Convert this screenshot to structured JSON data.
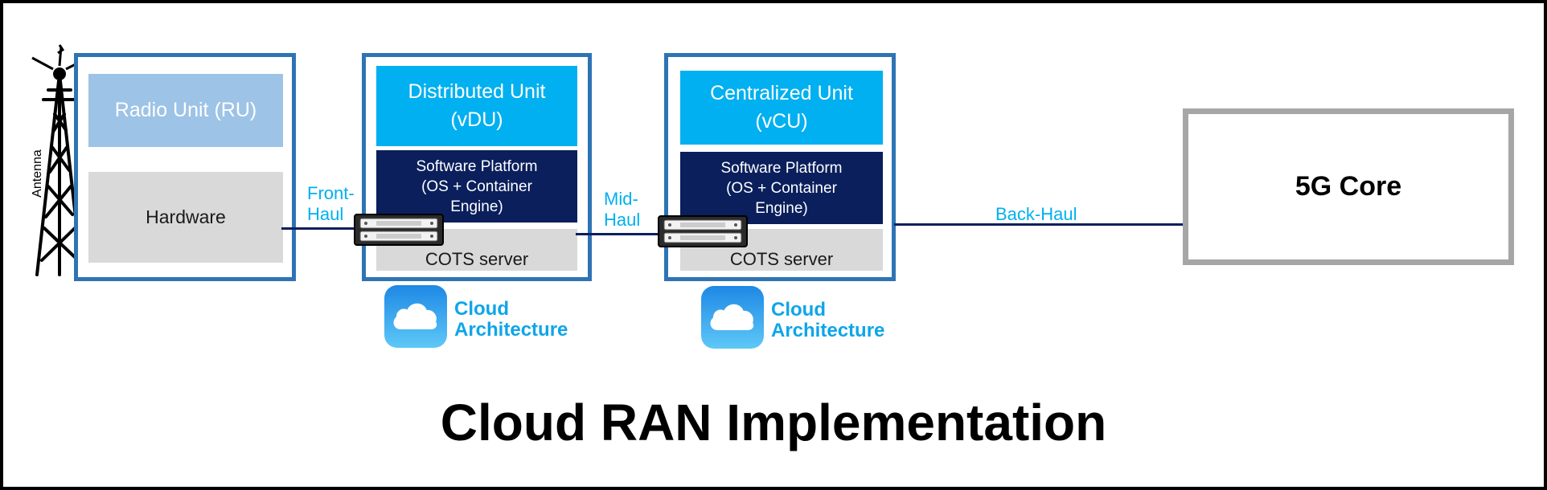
{
  "antenna": {
    "label": "Antenna"
  },
  "ru_box": {
    "radio_unit": "Radio Unit (RU)",
    "hardware": "Hardware"
  },
  "du_box": {
    "title_line1": "Distributed Unit",
    "title_line2": "(vDU)",
    "software_line1": "Software Platform",
    "software_line2": "(OS + Container",
    "software_line3": "Engine)",
    "server": "COTS server"
  },
  "cu_box": {
    "title_line1": "Centralized Unit",
    "title_line2": "(vCU)",
    "software_line1": "Software Platform",
    "software_line2": "(OS + Container",
    "software_line3": "Engine)",
    "server": "COTS server"
  },
  "links": {
    "fronthaul_line1": "Front-",
    "fronthaul_line2": "Haul",
    "midhaul_line1": "Mid-",
    "midhaul_line2": "Haul",
    "backhaul": "Back-Haul"
  },
  "core": {
    "label": "5G Core"
  },
  "cloud_badges": [
    {
      "line1": "Cloud",
      "line2": "Architecture"
    },
    {
      "line1": "Cloud",
      "line2": "Architecture"
    }
  ],
  "title": "Cloud RAN Implementation",
  "colors": {
    "box_border": "#2e74b5",
    "radio_unit": "#9dc3e6",
    "unit_title": "#00b0f0",
    "software_platform": "#0a1f5c",
    "server": "#d9d9d9",
    "link": "#0a1f5c",
    "link_label": "#00b0f0",
    "core_border": "#a6a6a6",
    "cloud_label": "#0ea5e9"
  }
}
